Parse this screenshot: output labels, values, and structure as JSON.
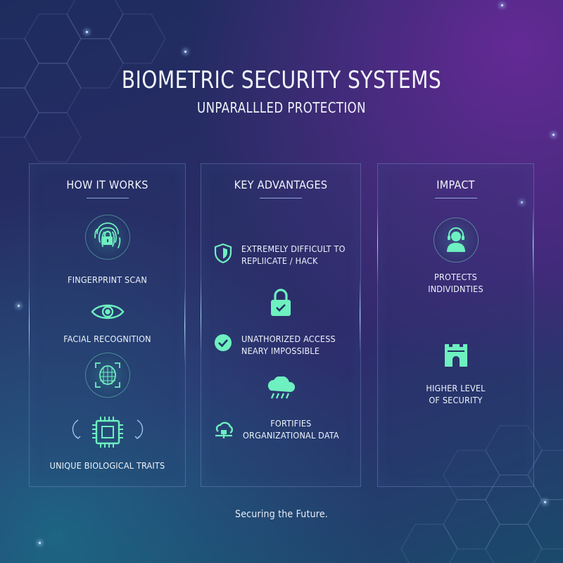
{
  "header": {
    "title": "BIOMETRIC SECURITY SYSTEMS",
    "subtitle": "UNPARALLLED PROTECTION"
  },
  "colors": {
    "accent": "#6ef0c0",
    "panel_border": "#5a6fa0",
    "text": "#eef3fb"
  },
  "panels": [
    {
      "title": "HOW IT WORKS",
      "items": [
        {
          "label": "FINGERPRINT SCAN",
          "icon": "fingerprint-lock-icon"
        },
        {
          "label": "FACIAL RECOGNITION",
          "icon": "eye-icon"
        },
        {
          "label": "",
          "icon": "face-scan-icon"
        },
        {
          "label": "UNIQUE BIOLOGICAL TRAITS",
          "icon": "chip-icon"
        }
      ]
    },
    {
      "title": "KEY ADVANTAGES",
      "items": [
        {
          "line1": "EXTREMELY DIFFICULT TO",
          "line2": "REPLIICATE / HACK",
          "icon": "shield-icon"
        },
        {
          "icon": "padlock-icon"
        },
        {
          "line1": "UNATHORIZED ACCESS",
          "line2": "NEARY IMPOSSIBLE",
          "icon": "check-circle-icon"
        },
        {
          "icon": "cloud-rain-icon"
        },
        {
          "line1": "FORTIFIES",
          "line2": "ORGANIZATIONAL DATA",
          "icon": "cloud-network-icon"
        }
      ]
    },
    {
      "title": "IMPACT",
      "items": [
        {
          "line1": "PROTECTS",
          "line2": "INDIVIDNTIES",
          "icon": "person-headset-icon"
        },
        {
          "line1": "HIGHER LEVEL",
          "line2": "OF SECURITY",
          "icon": "castle-icon"
        }
      ]
    }
  ],
  "footer": "Securing the Future."
}
